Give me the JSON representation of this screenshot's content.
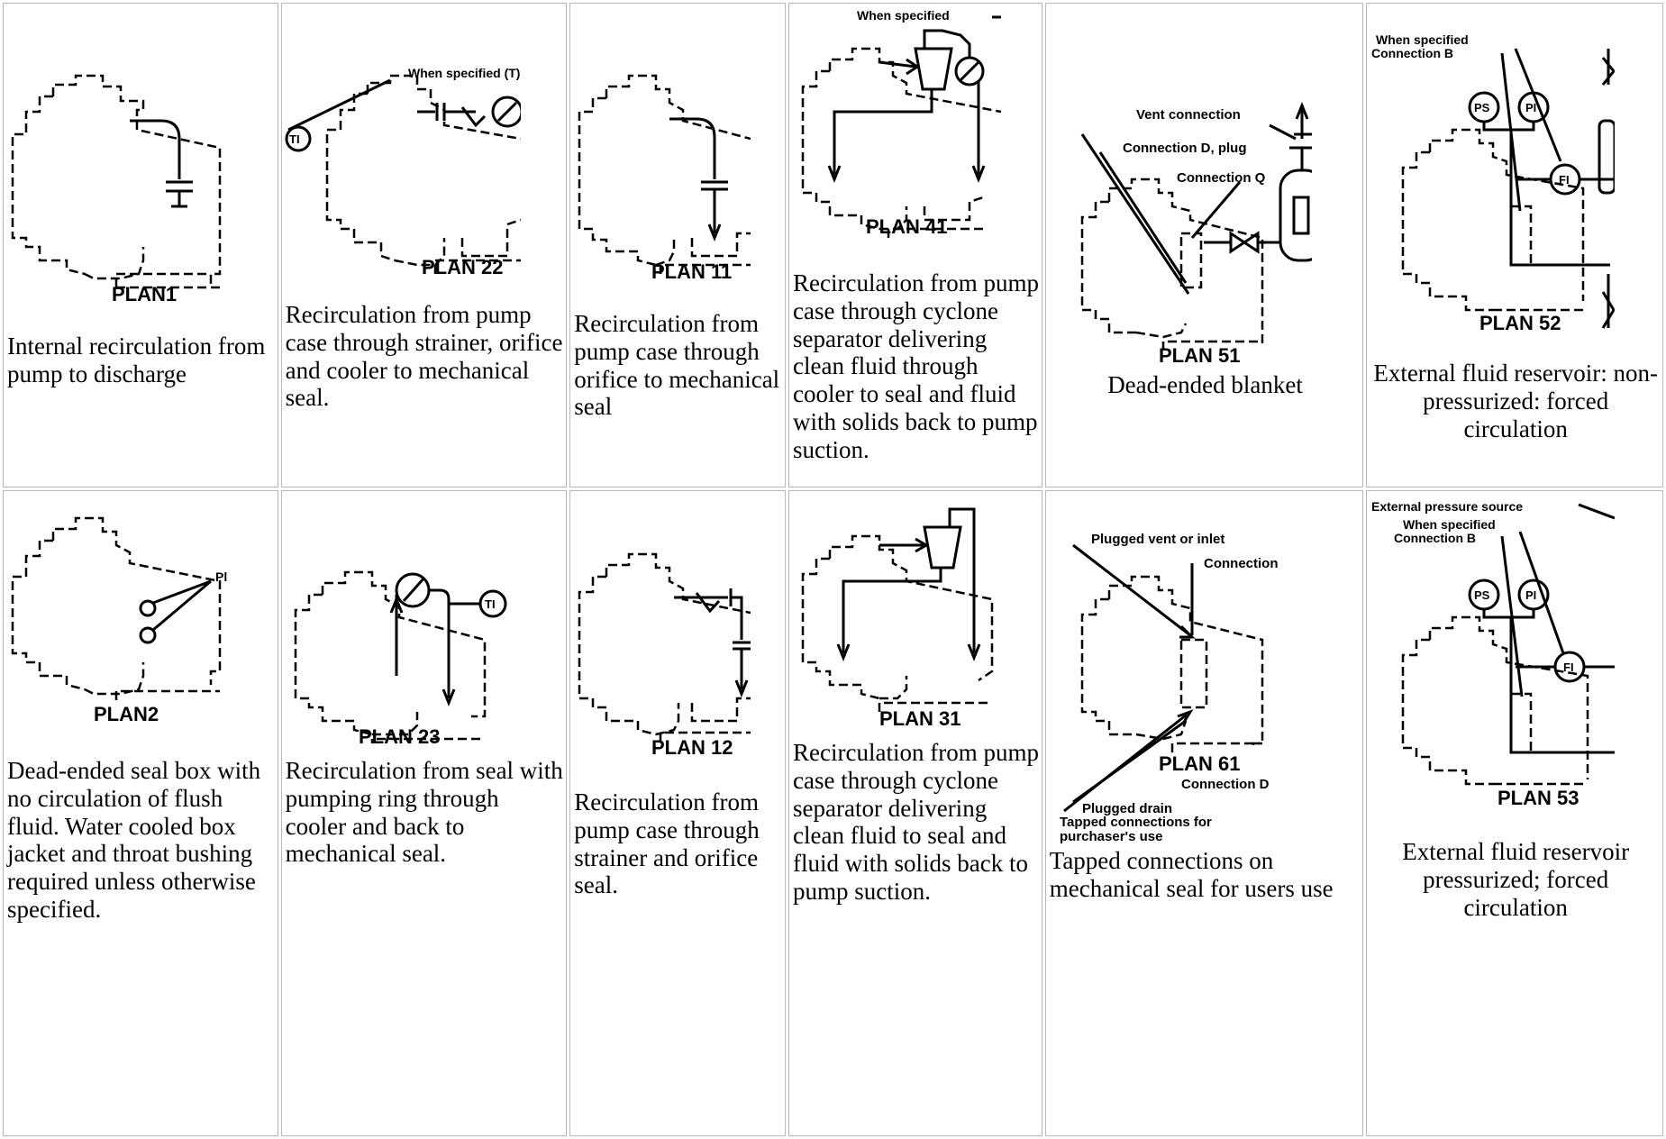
{
  "top_row": [
    {
      "plan_label": "PLAN1",
      "annotations": [],
      "description": "Internal recirculation from pump to discharge"
    },
    {
      "plan_label": "PLAN 22",
      "annotations": [
        "When specified (T)",
        "TI"
      ],
      "description": "Recirculation from pump case through strainer, orifice and cooler to mechanical seal."
    },
    {
      "plan_label": "PLAN 11",
      "annotations": [],
      "description": "Recirculation from pump case through orifice to mechanical seal"
    },
    {
      "plan_label": "PLAN 41",
      "annotations": [
        "When specified"
      ],
      "description": "Recirculation from pump case through cyclone separator delivering clean fluid through cooler to seal and fluid with solids back to pump suction."
    },
    {
      "plan_label": "PLAN 51",
      "annotations": [
        "Vent connection",
        "Connection D, plug",
        "Connection Q"
      ],
      "description": "Dead-ended blanket"
    },
    {
      "plan_label": "PLAN 52",
      "annotations": [
        "When specified",
        "Connection B",
        "PS",
        "PI",
        "FI"
      ],
      "description": "External fluid reservoir: non-pressurized: forced circulation"
    }
  ],
  "bottom_row": [
    {
      "plan_label": "PLAN2",
      "annotations": [
        "Pl"
      ],
      "description": "Dead-ended seal box with no circulation of flush fluid. Water cooled box jacket and throat bushing required unless otherwise specified."
    },
    {
      "plan_label": "PLAN 23",
      "annotations": [
        "TI"
      ],
      "description": "Recirculation from seal with pumping ring through cooler and back to mechanical seal."
    },
    {
      "plan_label": "PLAN 12",
      "annotations": [],
      "description": "Recirculation from pump case through strainer and orifice seal."
    },
    {
      "plan_label": "PLAN 31",
      "annotations": [],
      "description": "Recirculation from pump case through cyclone separator delivering clean fluid to seal and fluid with solids back to pump suction."
    },
    {
      "plan_label": "PLAN 61",
      "annotations": [
        "Plugged vent or inlet",
        "Connection",
        "Connection D",
        "Plugged drain",
        "Tapped connections for",
        "purchaser's use"
      ],
      "description": "Tapped connections on mechanical seal for users use"
    },
    {
      "plan_label": "PLAN 53",
      "annotations": [
        "External pressure source",
        "When specified",
        "Connection B",
        "PS",
        "PI",
        "FI"
      ],
      "description": "External fluid reservoir pressurized; forced circulation"
    }
  ]
}
